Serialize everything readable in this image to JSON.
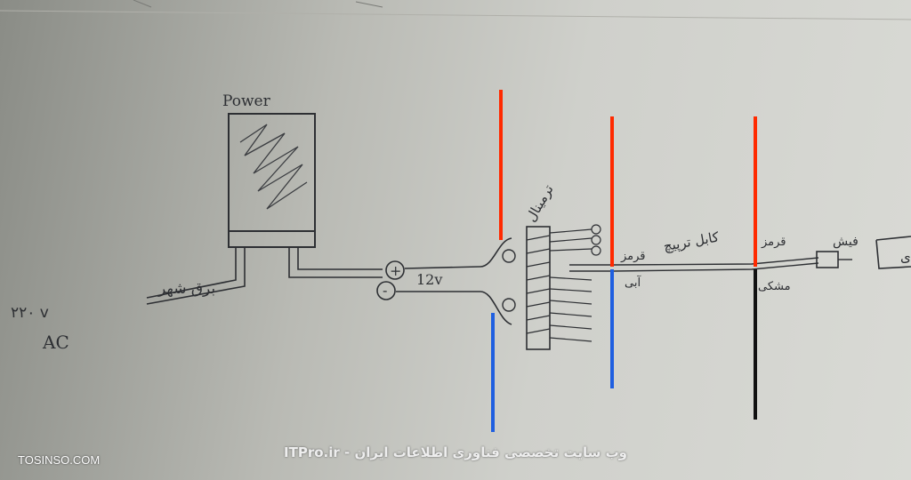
{
  "diagram": {
    "power_label": "Power",
    "mains_voltage": "۲۲۰ v",
    "mains_label": "برق شهر",
    "ac_label": "AC",
    "dc_voltage": "12v",
    "plus_sign": "+",
    "minus_sign": "-",
    "terminal_label": "ترمینال",
    "cable_label": "کابل ترپیچ",
    "red_label": "قرمز",
    "blue_label": "آبی",
    "red_label_2": "قرمز",
    "black_label": "مشکی",
    "plug_label": "فیش",
    "device_label": "ی",
    "wire_colors": {
      "red": "#ff2a00",
      "blue": "#1f5fe0",
      "black": "#111111"
    }
  },
  "watermark": "ITPro.ir - وب سایت تخصصی فناوری اطلاعات ایران",
  "logo": "TOSINSO.COM"
}
